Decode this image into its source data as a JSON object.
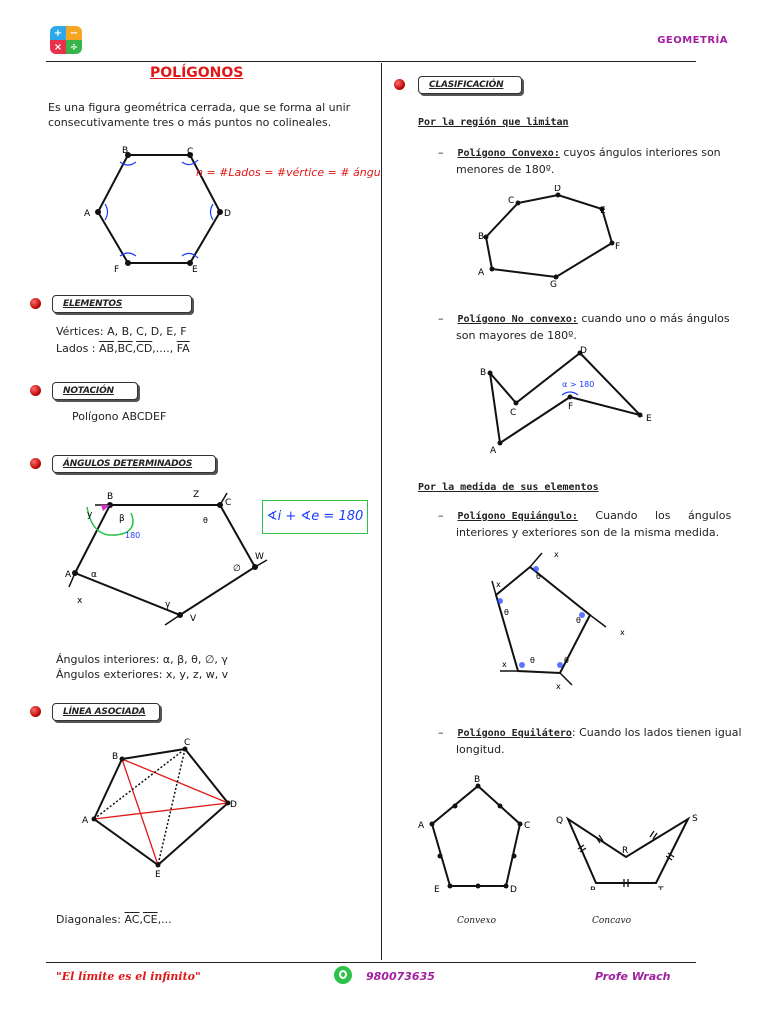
{
  "header": {
    "subject": "GEOMETRÍA"
  },
  "left": {
    "title": "POLÍGONOS",
    "intro": "Es una figura geométrica cerrada, que se forma al unir consecutivamente tres o más puntos no colineales.",
    "hexagon_note": "n = #Lados = #vértice = # ángulos",
    "hex_labels": [
      "A",
      "B",
      "C",
      "D",
      "E",
      "F"
    ],
    "sections": {
      "elementos": "ELEMENTOS",
      "notacion": "NOTACIÓN",
      "angulos": "ÁNGULOS DETERMINADOS",
      "linea": "LÍNEA ASOCIADA"
    },
    "vertices_line": "Vértices:  A, B, C, D, E, F",
    "lados_prefix": "Lados     :",
    "lados_segments": [
      "AB",
      "BC",
      "CD"
    ],
    "lados_dots": ",....,",
    "lados_last": "FA",
    "notation": "Polígono ABCDEF",
    "angle_formula": "∢i + ∢e = 180",
    "angle_label_180": "180",
    "interior_angles": "Ángulos interiores: α, β, θ, ∅, γ",
    "exterior_angles": "Ángulos exteriores: x, y, z, w, v",
    "diag_prefix": "Diagonales:",
    "diag_segments": [
      "AC",
      "CE"
    ],
    "diag_suffix": ",...",
    "bullet_glyph": ""
  },
  "right": {
    "clasificacion": "CLASIFICACIÓN",
    "by_region": "Por la región que limitan",
    "convex_term": "Polígono Convexo:",
    "convex_desc_1": " cuyos ángulos interiores son",
    "convex_desc_2": "menores de 180º.",
    "nonconvex_term": "Polígono No convexo:",
    "nonconvex_desc_1": " cuando uno o más ángulos",
    "nonconvex_desc_2": "son mayores de 180º.",
    "nonconvex_note": "α > 180",
    "by_measure": "Por la medida de sus elementos",
    "equiangular_term": "Polígono Equiángulo:",
    "equiangular_desc_1": " Cuando los ángulos",
    "equiangular_desc_2": "interiores y exteriores son de la misma medida.",
    "equilateral_term": "Polígono Equilátero",
    "equilateral_desc_1": ": Cuando los lados tienen igual",
    "equilateral_desc_2": "longitud.",
    "caption_convex": "Convexo",
    "caption_concave": "Concavo",
    "dash": "–"
  },
  "footer": {
    "quote": "\"El límite es el infinito\"",
    "phone": "980073635",
    "author": "Profe Wrach"
  },
  "colors": {
    "accent_red": "#e01818",
    "purple": "#a020a0",
    "blue": "#1a3cff",
    "green": "#2ec24a"
  }
}
